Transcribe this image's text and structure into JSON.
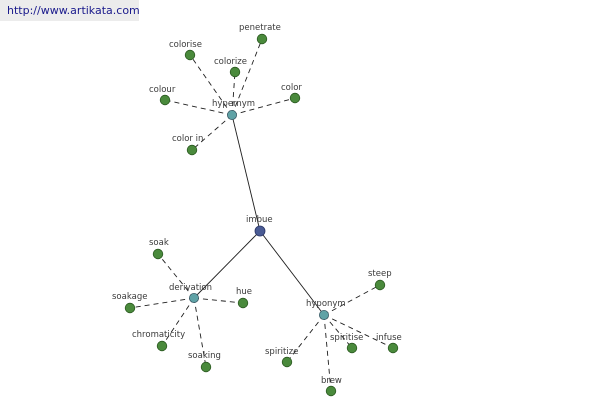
{
  "source": {
    "url_text": "http://www.artikata.com"
  },
  "graph": {
    "root": {
      "id": "imbue",
      "label": "imbue"
    },
    "relations": [
      {
        "id": "hypernym",
        "label": "hypernym",
        "leaves": [
          {
            "id": "penetrate",
            "label": "penetrate"
          },
          {
            "id": "colorise",
            "label": "colorise"
          },
          {
            "id": "colorize",
            "label": "colorize"
          },
          {
            "id": "colour",
            "label": "colour"
          },
          {
            "id": "color",
            "label": "color"
          },
          {
            "id": "color-in",
            "label": "color in"
          }
        ]
      },
      {
        "id": "derivation",
        "label": "derivation",
        "leaves": [
          {
            "id": "soak",
            "label": "soak"
          },
          {
            "id": "soakage",
            "label": "soakage"
          },
          {
            "id": "hue",
            "label": "hue"
          },
          {
            "id": "chromaticity",
            "label": "chromaticity"
          },
          {
            "id": "soaking",
            "label": "soaking"
          }
        ]
      },
      {
        "id": "hyponym",
        "label": "hyponym",
        "leaves": [
          {
            "id": "steep",
            "label": "steep"
          },
          {
            "id": "spiritize",
            "label": "spiritize"
          },
          {
            "id": "spiritise",
            "label": "spiritise"
          },
          {
            "id": "infuse",
            "label": "infuse"
          },
          {
            "id": "brew",
            "label": "brew"
          }
        ]
      }
    ]
  },
  "colors": {
    "leaf_node": "#4a8a3c",
    "relation_node": "#5fa2a6",
    "root_node": "#4a5b94",
    "edge": "#1e1e1e",
    "label": "#3a3a3a",
    "banner_bg": "#ececec",
    "link": "#1a1a8c"
  }
}
